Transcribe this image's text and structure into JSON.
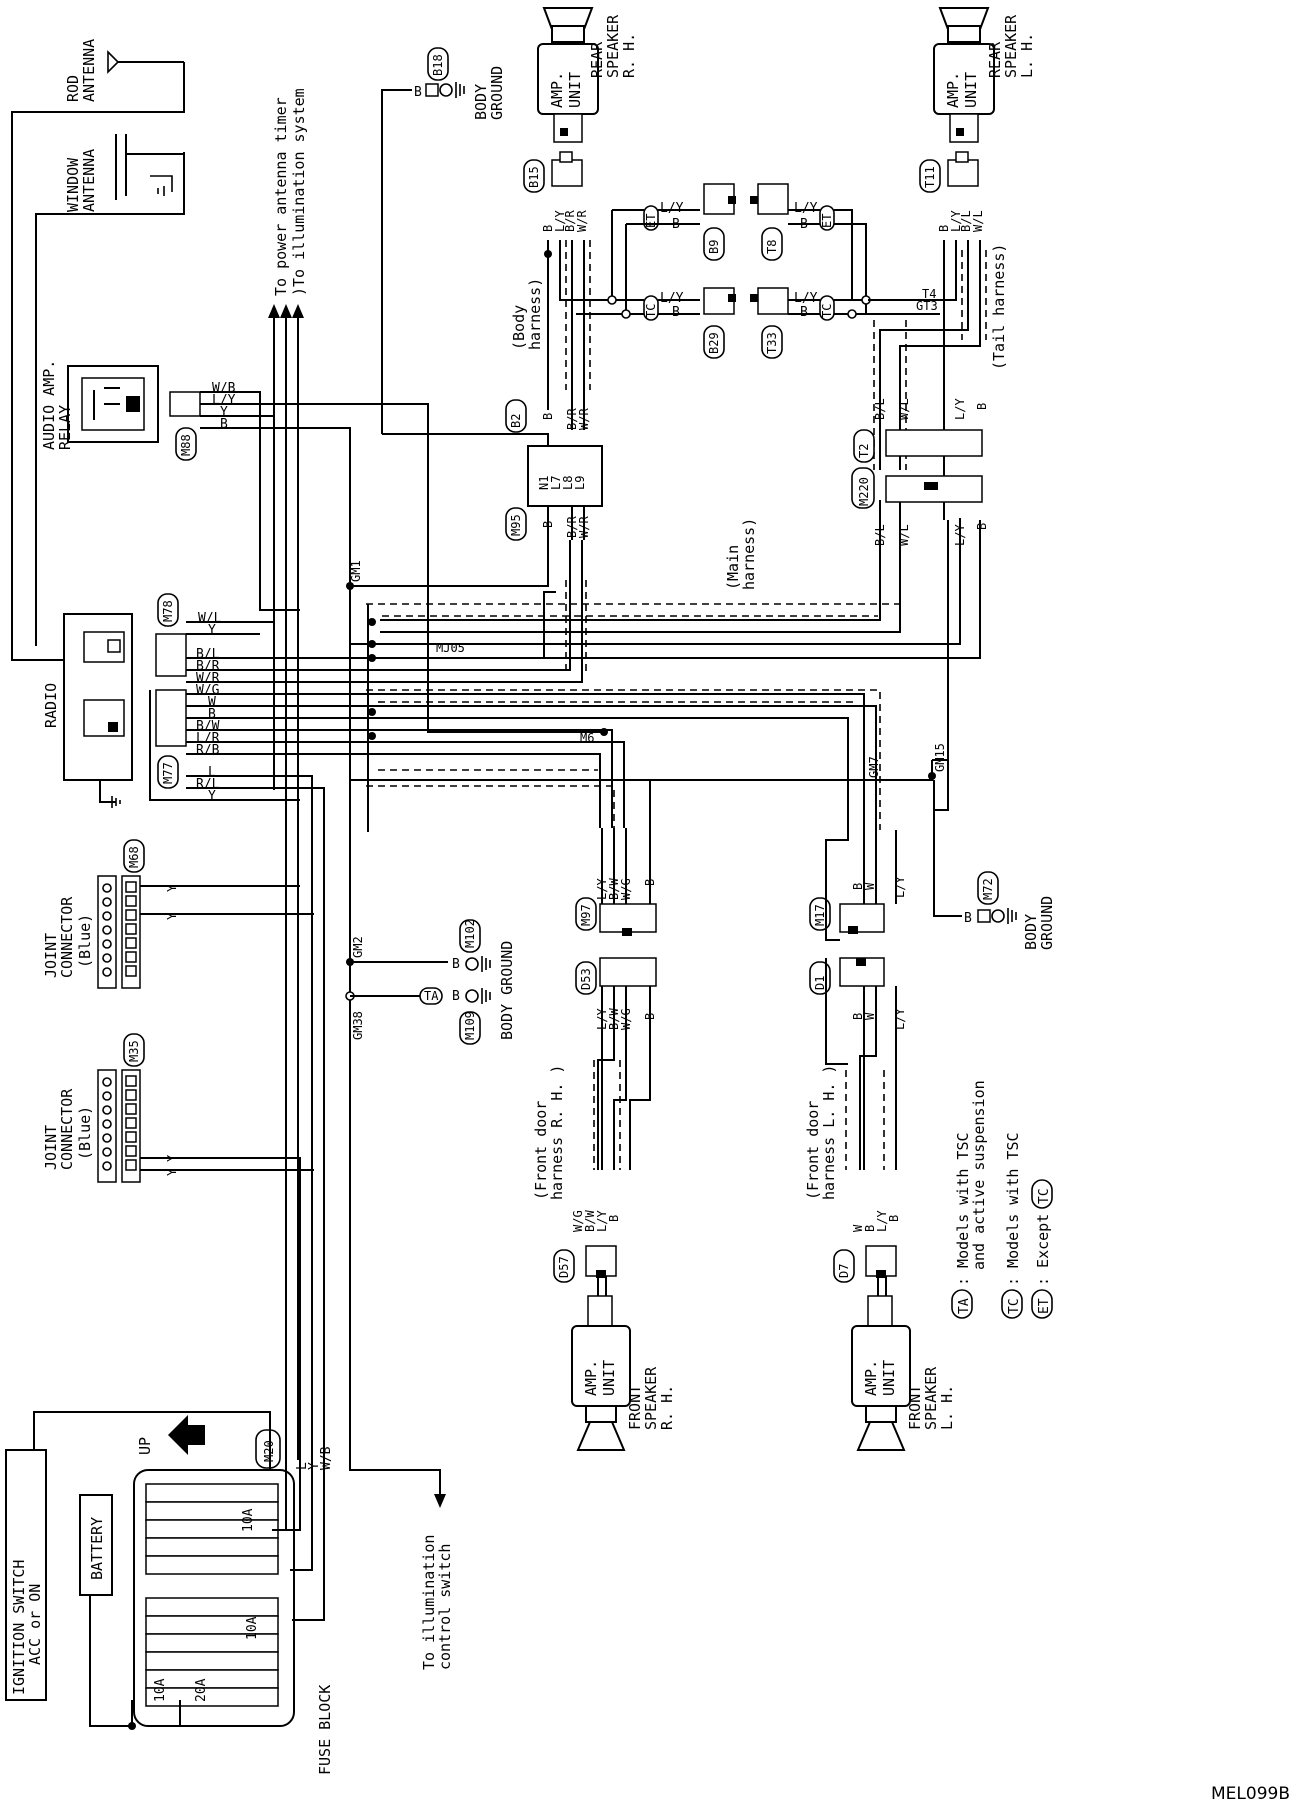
{
  "components": {
    "ignition": {
      "line1": "IGNITION SWITCH",
      "line2": "ACC or ON"
    },
    "battery": "BATTERY",
    "up": "UP",
    "fuse_block": "FUSE BLOCK",
    "fuses": {
      "f1": "10A",
      "f2": "20A",
      "f3": "10A"
    },
    "fuse_conn": "M20",
    "joint1": {
      "line1": "JOINT",
      "line2": "CONNECTOR",
      "line3": "(Blue)",
      "id": "M35"
    },
    "joint2": {
      "line1": "JOINT",
      "line2": "CONNECTOR",
      "line3": "(Blue)",
      "id": "M68"
    },
    "radio": "RADIO",
    "audio_relay": {
      "line1": "AUDIO AMP.",
      "line2": "RELAY",
      "id": "M88"
    },
    "rod_antenna": {
      "line1": "ROD",
      "line2": "ANTENNA"
    },
    "window_antenna": {
      "line1": "WINDOW",
      "line2": "ANTENNA"
    },
    "power_antenna": "To power antenna timer",
    "illum_system": ")To illumination system",
    "illum_switch": {
      "line1": "To illumination",
      "line2": "control switch"
    },
    "body_ground_1": {
      "line1": "BODY",
      "line2": "GROUND",
      "id": "B18"
    },
    "body_ground_2": {
      "line1": "BODY GROUND",
      "id1": "M102",
      "id2": "M109"
    },
    "body_ground_3": {
      "line1": "BODY",
      "line2": "GROUND",
      "id": "M72"
    },
    "rear_rh": {
      "line1": "REAR",
      "line2": "SPEAKER",
      "line3": "R. H.",
      "amp1": "AMP.",
      "amp2": "UNIT"
    },
    "rear_lh": {
      "line1": "REAR",
      "line2": "SPEAKER",
      "line3": "L. H.",
      "amp1": "AMP.",
      "amp2": "UNIT"
    },
    "front_rh": {
      "line1": "FRONT",
      "line2": "SPEAKER",
      "line3": "R. H.",
      "amp1": "AMP.",
      "amp2": "UNIT"
    },
    "front_lh": {
      "line1": "FRONT",
      "line2": "SPEAKER",
      "line3": "L. H.",
      "amp1": "AMP.",
      "amp2": "UNIT"
    }
  },
  "connectors": {
    "m77": "M77",
    "m78": "M78",
    "m95": "M95",
    "b2": "B2",
    "b15": "B15",
    "b9": "B9",
    "b29": "B29",
    "t8": "T8",
    "t33": "T33",
    "t11": "T11",
    "t2": "T2",
    "m220": "M220",
    "m97": "M97",
    "d53": "D53",
    "d57": "D57",
    "m17": "M17",
    "d1": "D1",
    "d7": "D7",
    "gm1": "GM1",
    "gm2": "GM2",
    "gm38": "GM38",
    "gm7": "GM7",
    "gm15": "GM15",
    "m6": "M6",
    "mj05": "MJ05",
    "t4": "T4",
    "gt3": "GT3"
  },
  "pins_b2": {
    "p1": "N1",
    "p2": "L7",
    "p3": "L8",
    "p4": "L9"
  },
  "harness": {
    "body": {
      "line1": "(Body",
      "line2": "harness)"
    },
    "tail": "(Tail harness)",
    "main": {
      "line1": "(Main",
      "line2": "harness)"
    },
    "front_rh": {
      "line1": "(Front door",
      "line2": "harness R. H. )"
    },
    "front_lh": {
      "line1": "(Front door",
      "line2": "harness L. H. )"
    }
  },
  "wires": {
    "wb": "W/B",
    "ly": "L/Y",
    "y": "Y",
    "b": "B",
    "wl": "W/L",
    "bl": "B/L",
    "br": "B/R",
    "wr": "W/R",
    "wg": "W/G",
    "w": "W",
    "bw": "B/W",
    "lr": "L/R",
    "rb": "R/B",
    "l": "L",
    "rl": "R/L"
  },
  "legend": {
    "ta": "TA",
    "ta_text1": ": Models with TSC",
    "ta_text2": "and active suspension",
    "tc": "TC",
    "tc_text": ": Models with TSC",
    "et": "ET",
    "et_text": ": Except"
  },
  "footer": "MEL099B"
}
